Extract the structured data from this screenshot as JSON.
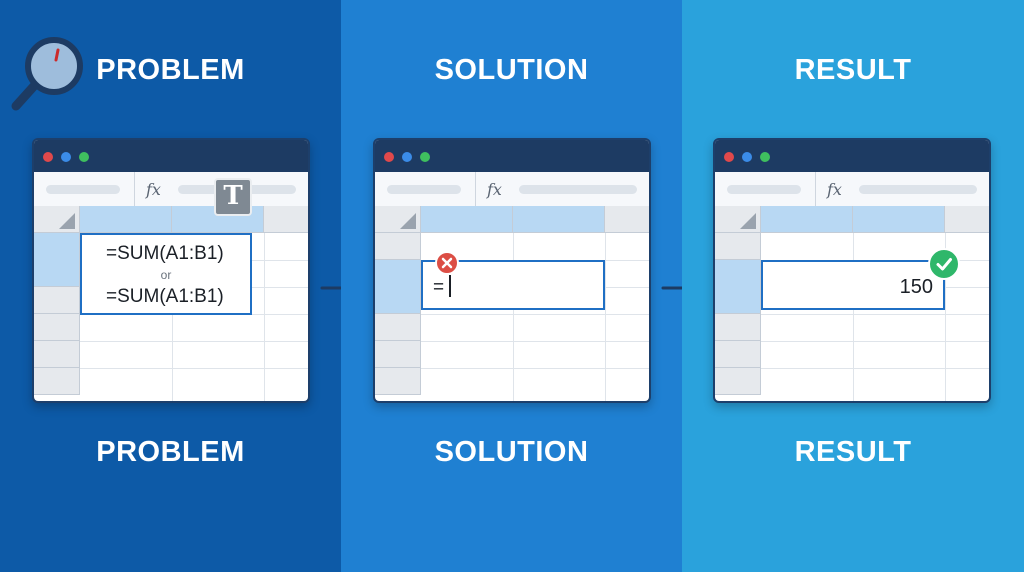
{
  "panels": [
    {
      "heading_top": "PROBLEM",
      "heading_bottom": "PROBLEM",
      "formula_line1": "=SUM(A1:B1)",
      "separator": "or",
      "formula_line2": "=SUM(A1:B1)",
      "text_format_icon": "T"
    },
    {
      "heading_top": "SOLUTION",
      "heading_bottom": "SOLUTION",
      "cell_entry": "="
    },
    {
      "heading_top": "RESULT",
      "heading_bottom": "RESULT",
      "cell_value": "150"
    }
  ],
  "formula_bar_symbol": "fx",
  "icons": {
    "panel1": [
      "magnifier-icon",
      "text-format-icon"
    ],
    "panel2": [
      "error-x-icon"
    ],
    "panel3": [
      "success-check-icon"
    ],
    "flow": [
      "arrow-right-icon",
      "arrow-right-icon"
    ]
  },
  "colors": {
    "panel1_bg": "#0d5aa7",
    "panel2_bg": "#1f80d2",
    "panel3_bg": "#2aa2dc",
    "titlebar": "#1d3b63",
    "error": "#dc4e45",
    "success": "#2fb76a"
  }
}
